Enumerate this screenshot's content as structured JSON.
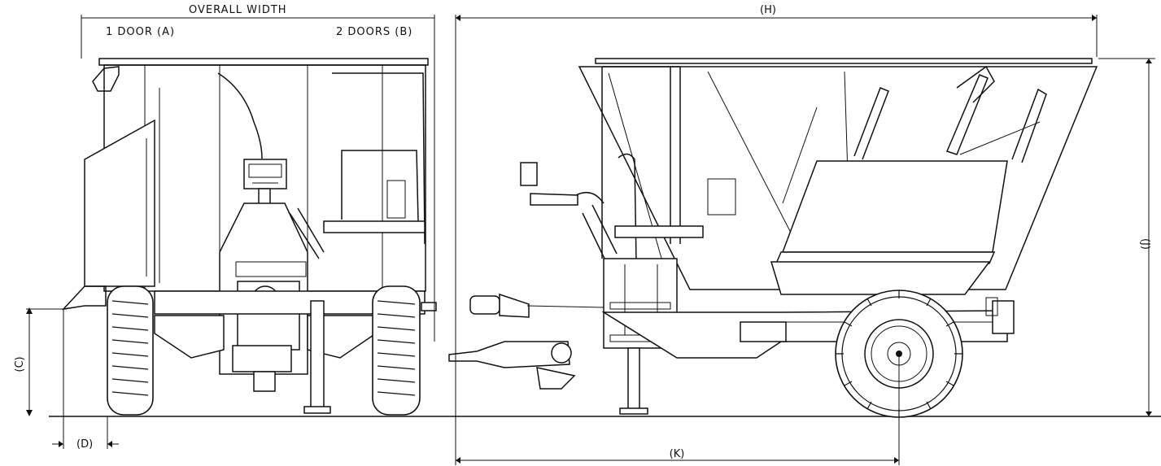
{
  "labels": {
    "overall_width": "OVERALL WIDTH",
    "one_door": "1 DOOR (A)",
    "two_doors": "2 DOORS (B)",
    "dim_h": "(H)",
    "dim_j": "(J)",
    "dim_k": "(K)",
    "dim_c": "(C)",
    "dim_d": "(D)"
  },
  "colors": {
    "line": "#111111",
    "background": "#ffffff"
  }
}
